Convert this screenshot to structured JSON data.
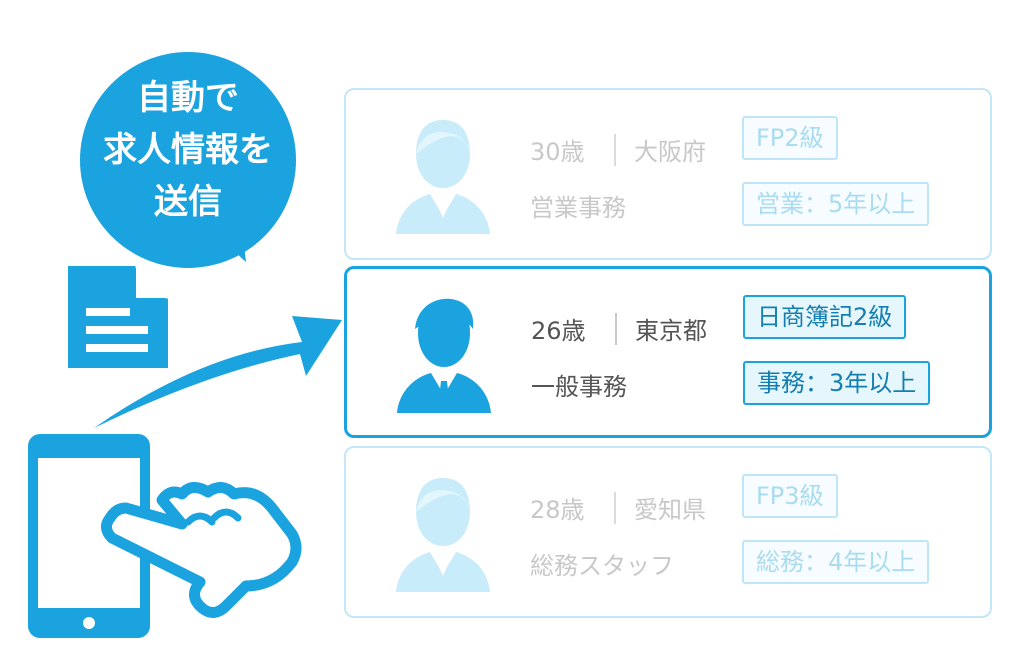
{
  "bubble": {
    "lines": [
      "自動で",
      "求人情報を",
      "送信"
    ]
  },
  "colors": {
    "accent": "#1aa3df",
    "faded_border": "#c3e7f6",
    "faded_text": "#c8c8c8"
  },
  "icons": [
    "document-icon",
    "arrow-icon",
    "smartphone-icon",
    "pointing-hand-icon",
    "person-icon"
  ],
  "profiles": [
    {
      "age": "30歳",
      "prefecture": "大阪府",
      "job": "営業事務",
      "qualification": "FP2級",
      "experience": "営業：5年以上",
      "highlighted": false
    },
    {
      "age": "26歳",
      "prefecture": "東京都",
      "job": "一般事務",
      "qualification": "日商簿記2級",
      "experience": "事務：3年以上",
      "highlighted": true
    },
    {
      "age": "28歳",
      "prefecture": "愛知県",
      "job": "総務スタッフ",
      "qualification": "FP3級",
      "experience": "総務：4年以上",
      "highlighted": false
    }
  ]
}
